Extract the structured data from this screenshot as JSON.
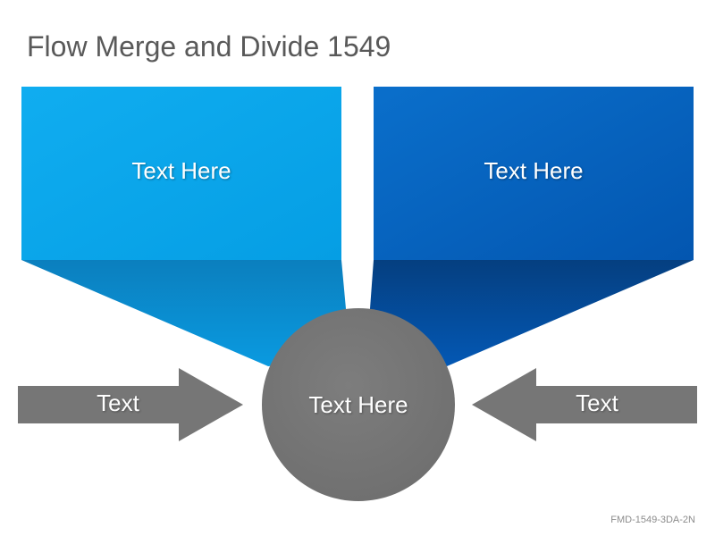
{
  "title": "Flow Merge and Divide 1549",
  "boxes": {
    "left": {
      "label": "Text Here",
      "color": "#0aa6ec"
    },
    "right": {
      "label": "Text Here",
      "color": "#0563c1"
    }
  },
  "circle": {
    "label": "Text Here",
    "color": "#767676"
  },
  "arrows": {
    "left": {
      "label": "Text",
      "direction": "right",
      "color": "#767676"
    },
    "right": {
      "label": "Text",
      "direction": "left",
      "color": "#767676"
    }
  },
  "footer": {
    "code": "FMD-1549-3DA-2N"
  }
}
